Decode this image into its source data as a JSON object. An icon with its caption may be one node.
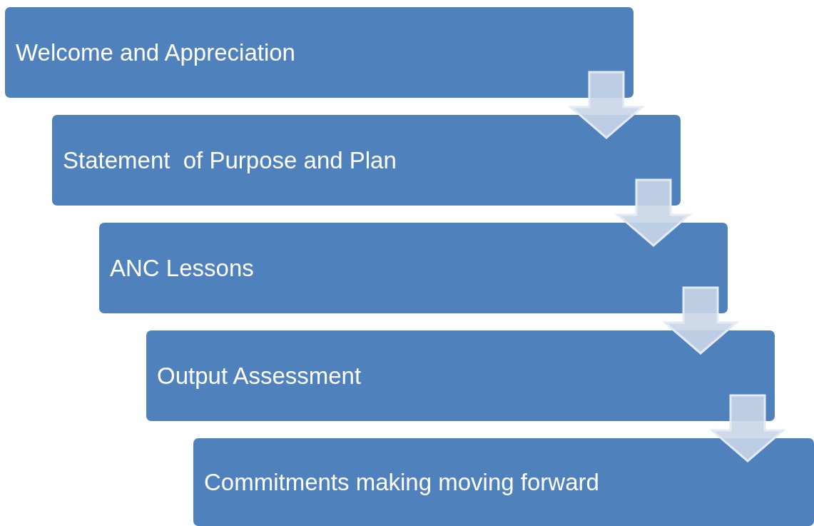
{
  "diagram": {
    "nodes": [
      {
        "text": [
          "Welcome and Appreciation"
        ]
      },
      {
        "text": [
          "Statement  of Purpose and Plan"
        ]
      },
      {
        "text": [
          "ANC Lessons"
        ]
      },
      {
        "text": [
          "Output Assessment"
        ]
      },
      {
        "text": [
          "Commitments making moving forward"
        ]
      }
    ],
    "edges": [
      {
        "from": 0,
        "to": 1,
        "arrow": "to"
      },
      {
        "from": 1,
        "to": 2,
        "arrow": "to"
      },
      {
        "from": 2,
        "to": 3,
        "arrow": "to"
      },
      {
        "from": 3,
        "to": 4,
        "arrow": "to"
      }
    ]
  }
}
